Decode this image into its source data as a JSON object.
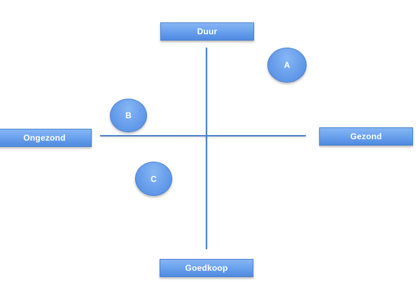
{
  "diagram": {
    "type": "positioning-matrix",
    "axes": {
      "vertical": {
        "top_label": "Duur",
        "bottom_label": "Goedkoop"
      },
      "horizontal": {
        "left_label": "Ongezond",
        "right_label": "Gezond"
      }
    },
    "items": [
      {
        "label": "A",
        "quadrant": "Duur / Gezond"
      },
      {
        "label": "B",
        "quadrant": "Duur / Ongezond"
      },
      {
        "label": "C",
        "quadrant": "Goedkoop / Ongezond"
      }
    ],
    "colors": {
      "box_fill_top": "#86b6f3",
      "box_fill_bottom": "#4f8ae0",
      "box_border": "#4a82d2",
      "axis_line": "#4d84c9",
      "text": "#ffffff",
      "background": "#ffffff"
    }
  }
}
